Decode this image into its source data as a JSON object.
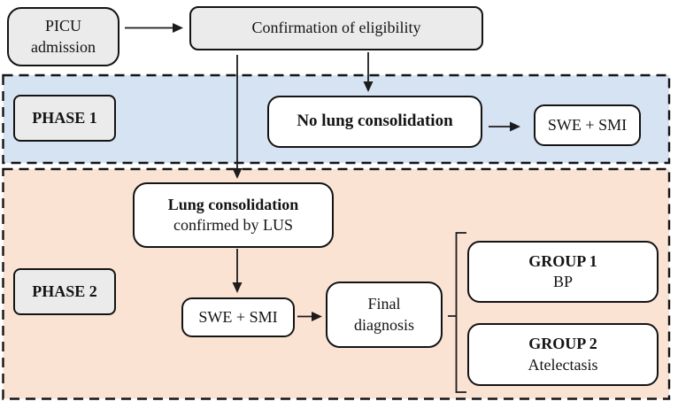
{
  "colors": {
    "phase1_fill": "#d6e3f2",
    "phase2_fill": "#fbe3d4",
    "grey_node_fill": "#ebebeb",
    "white_node_fill": "#ffffff",
    "line_color": "#141414"
  },
  "nodes": {
    "picu": {
      "line1": "PICU",
      "line2": "admission"
    },
    "confirmation": {
      "label": "Confirmation of eligibility"
    },
    "phase1": {
      "label": "PHASE 1"
    },
    "no_lung": {
      "label": "No lung consolidation"
    },
    "swe_smi_phase1": {
      "label": "SWE + SMI"
    },
    "lung_consolidation": {
      "line1": "Lung consolidation",
      "line2": "confirmed by LUS"
    },
    "phase2": {
      "label": "PHASE 2"
    },
    "swe_smi_phase2": {
      "label": "SWE + SMI"
    },
    "final_diagnosis": {
      "line1": "Final",
      "line2": "diagnosis"
    },
    "group1": {
      "line1": "GROUP 1",
      "line2": "BP"
    },
    "group2": {
      "line1": "GROUP 2",
      "line2": "Atelectasis"
    }
  }
}
